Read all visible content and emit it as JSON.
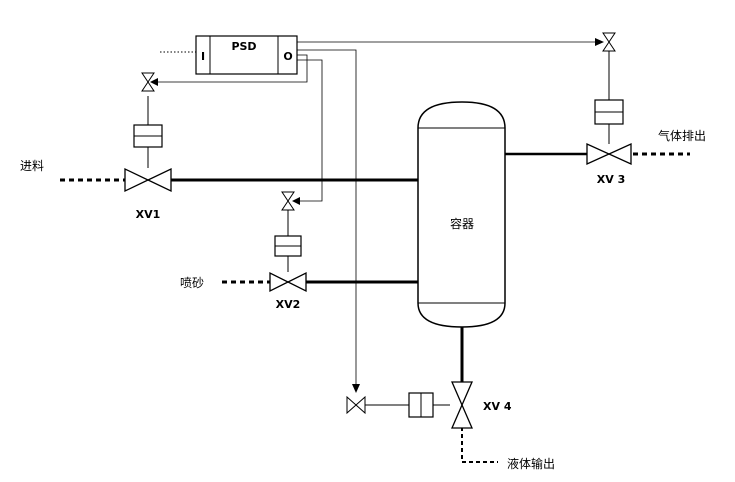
{
  "psd": {
    "name": "PSD",
    "input_port": "I",
    "output_port": "O"
  },
  "vessel": {
    "label": "容器"
  },
  "valves": {
    "xv1": "XV1",
    "xv2": "XV2",
    "xv3": "XV 3",
    "xv4": "XV 4"
  },
  "streams": {
    "feed": "进料",
    "sand_jet": "喷砂",
    "gas_out": "气体排出",
    "liquid_out": "液体输出"
  }
}
